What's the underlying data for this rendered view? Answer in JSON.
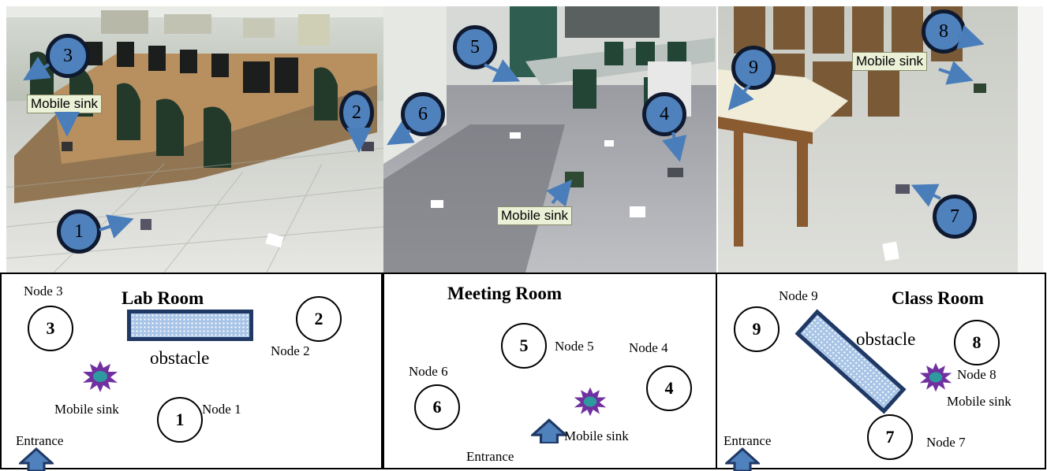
{
  "photos": {
    "lab": {
      "sink_label": "Mobile sink",
      "nodes": [
        "1",
        "2",
        "3"
      ]
    },
    "meeting": {
      "sink_label": "Mobile sink",
      "nodes": [
        "4",
        "5",
        "6"
      ]
    },
    "class": {
      "sink_label": "Mobile sink",
      "nodes": [
        "7",
        "8",
        "9"
      ]
    }
  },
  "panels": {
    "lab": {
      "title": "Lab Room",
      "obstacle": "obstacle",
      "sink": "Mobile sink",
      "entrance": "Entrance",
      "nodes": [
        {
          "num": "3",
          "label": "Node 3"
        },
        {
          "num": "2",
          "label": "Node 2"
        },
        {
          "num": "1",
          "label": "Node 1"
        }
      ]
    },
    "meeting": {
      "title": "Meeting Room",
      "sink": "Mobile sink",
      "entrance": "Entrance",
      "nodes": [
        {
          "num": "5",
          "label": "Node 5"
        },
        {
          "num": "4",
          "label": "Node 4"
        },
        {
          "num": "6",
          "label": "Node 6"
        }
      ]
    },
    "class": {
      "title": "Class Room",
      "obstacle": "obstacle",
      "sink": "Mobile sink",
      "entrance": "Entrance",
      "nodes": [
        {
          "num": "9",
          "label": "Node 9"
        },
        {
          "num": "8",
          "label": "Node 8"
        },
        {
          "num": "7",
          "label": "Node 7"
        }
      ]
    }
  },
  "colors": {
    "node_fill": "#4f81bd",
    "node_border": "#0f1a30",
    "arrow": "#4a7ebb",
    "sink_star": "#7030a0",
    "sink_core": "#2e9aa0",
    "obstacle_border": "#1f3864",
    "entrance_arrow": "#1f3864",
    "label_bg": "#eaf1d6"
  }
}
